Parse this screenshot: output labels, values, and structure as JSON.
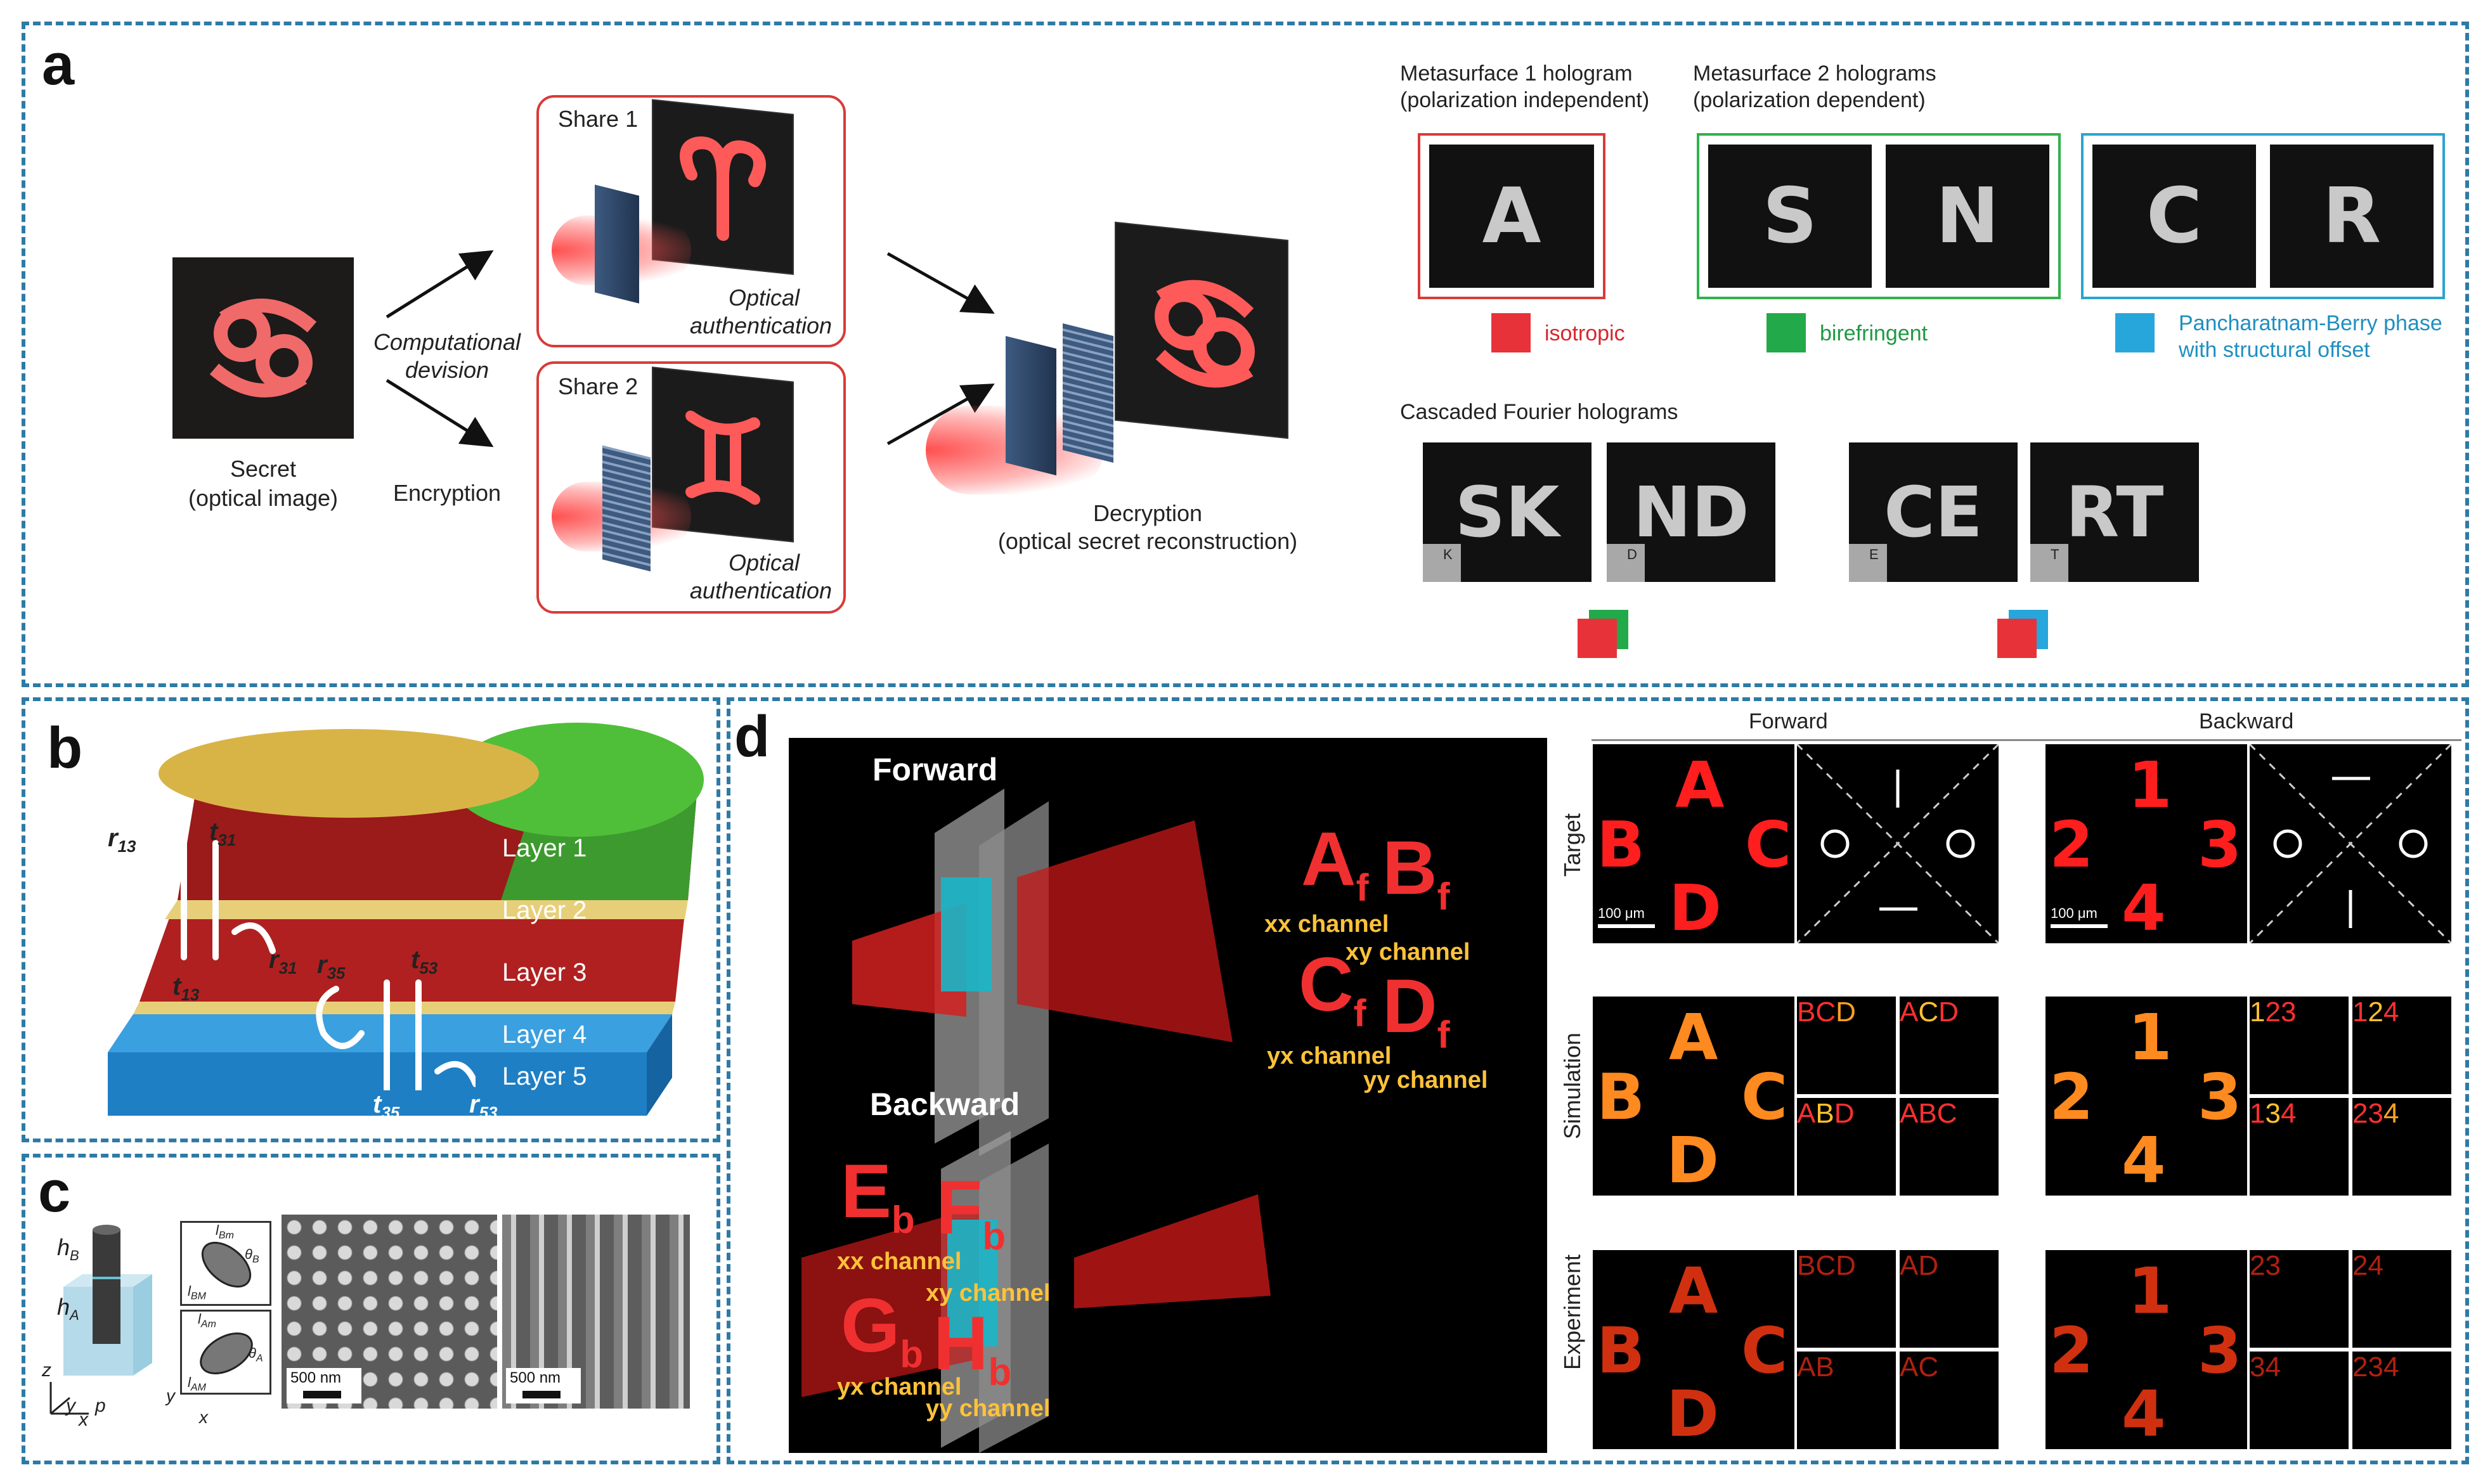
{
  "panels": {
    "a": "a",
    "b": "b",
    "c": "c",
    "d": "d"
  },
  "a": {
    "secret_label": "Secret",
    "secret_sub": "(optical image)",
    "computational": "Computational",
    "devision": "devision",
    "encryption": "Encryption",
    "share1": "Share 1",
    "share2": "Share 2",
    "optical1": "Optical",
    "auth1": "authentication",
    "optical2": "Optical",
    "auth2": "authentication",
    "decryption": "Decryption",
    "decryption_sub": "(optical secret reconstruction)",
    "meta1_title": "Metasurface 1 hologram",
    "meta1_sub": "(polarization independent)",
    "meta2_title": "Metasurface 2 holograms",
    "meta2_sub": "(polarization dependent)",
    "holo_a": "A",
    "holo_s": "S",
    "holo_n": "N",
    "holo_c": "C",
    "holo_r": "R",
    "isotropic": "isotropic",
    "birefringent": "birefringent",
    "pb_line1": "Pancharatnam-Berry phase",
    "pb_line2": "with structural offset",
    "cascaded_title": "Cascaded Fourier holograms",
    "casc": [
      "SK",
      "ND",
      "CE",
      "RT"
    ],
    "casc_small": [
      "K",
      "D",
      "E",
      "T"
    ],
    "colors": {
      "isotropic": "#e8323a",
      "birefringent": "#22a94a",
      "pb": "#27a6dc"
    }
  },
  "b": {
    "layers": [
      "Layer 1",
      "Layer 2",
      "Layer 3",
      "Layer 4",
      "Layer 5"
    ],
    "r13": "r",
    "r13s": "13",
    "t31": "t",
    "t31s": "31",
    "t13": "t",
    "t13s": "13",
    "r31": "r",
    "r31s": "31",
    "r35": "r",
    "r35s": "35",
    "t53": "t",
    "t53s": "53",
    "t35": "t",
    "t35s": "35",
    "r53": "r",
    "r53s": "53"
  },
  "c": {
    "hB": "h",
    "hBs": "B",
    "hA": "h",
    "hAs": "A",
    "z": "z",
    "y": "y",
    "x": "x",
    "p": "p",
    "lBm": "l",
    "lBms": "Bm",
    "thetaB": "θ",
    "thetaBs": "B",
    "lBM": "l",
    "lBMs": "BM",
    "lAm": "l",
    "lAms": "Am",
    "thetaA": "θ",
    "thetaAs": "A",
    "lAM": "l",
    "lAMs": "AM",
    "ey": "y",
    "ex": "x",
    "scale1": "500 nm",
    "scale2": "500 nm"
  },
  "d": {
    "forward_big": "Forward",
    "backward_big": "Backward",
    "af": "A",
    "afs": "f",
    "bf": "B",
    "bfs": "f",
    "cf": "C",
    "cfs": "f",
    "df": "D",
    "dfs": "f",
    "eb": "E",
    "ebs": "b",
    "fb": "F",
    "fbs": "b",
    "gb": "G",
    "gbs": "b",
    "hb": "H",
    "hbs": "b",
    "xx": "xx channel",
    "xy": "xy channel",
    "yx": "yx channel",
    "yy": "yy channel",
    "xx2": "xx channel",
    "xy2": "xy channel",
    "yx2": "yx channel",
    "yy2": "yy channel",
    "forward_col": "Forward",
    "backward_col": "Backward",
    "rows": [
      "Target",
      "Simulation",
      "Experiment"
    ],
    "scale_f": "100 μm",
    "scale_b": "100 μm",
    "fletters": [
      "A",
      "B",
      "C",
      "D"
    ],
    "bletters": [
      "1",
      "2",
      "3",
      "4"
    ]
  }
}
